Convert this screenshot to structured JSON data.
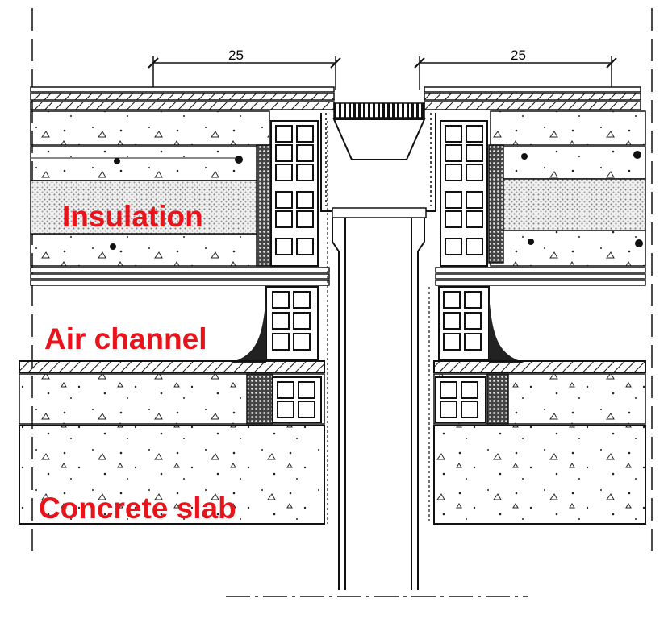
{
  "dimensions": {
    "left": "25",
    "right": "25"
  },
  "labels": {
    "insulation": "Insulation",
    "air_channel": "Air channel",
    "concrete_slab": "Concrete slab"
  },
  "colors": {
    "label_red": "#e8141c",
    "ink": "#111111",
    "paper": "#ffffff",
    "insulation_fill": "#d9d9d9"
  }
}
